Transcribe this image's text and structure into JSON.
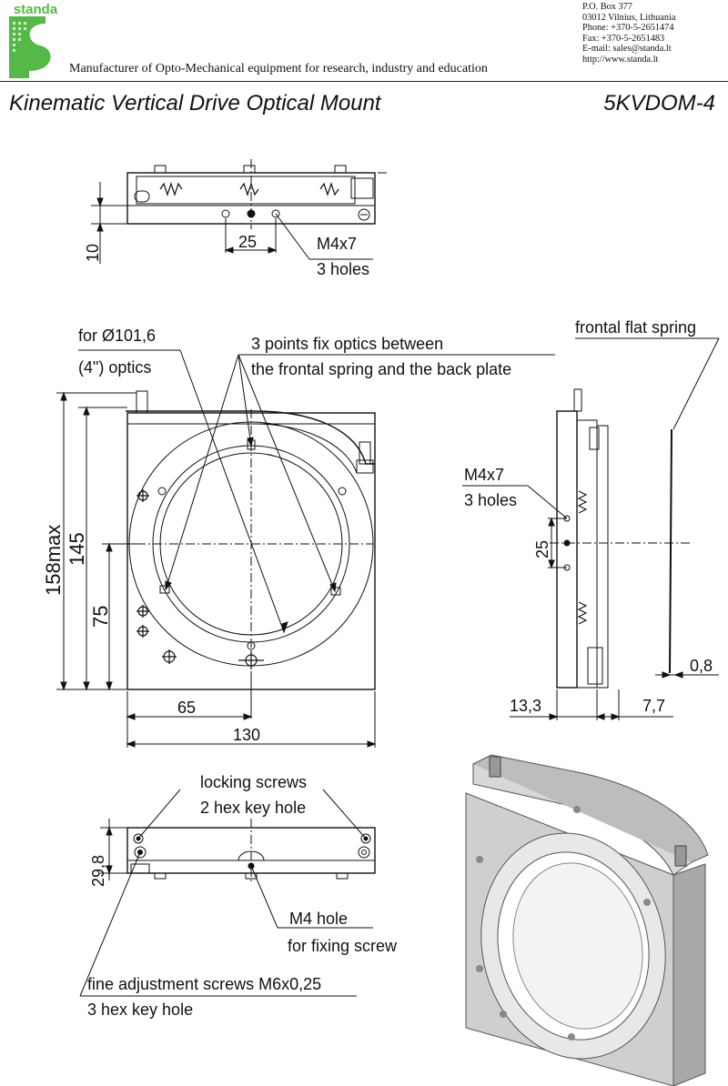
{
  "header": {
    "logo_text": "standa",
    "tagline": "Manufacturer of Opto-Mechanical equipment for research, industry and education",
    "contact": [
      "P.O. Box 377",
      "03012 Vilnius, Lithuania",
      "Phone: +370-5-2651474",
      "Fax: +370-5-2651483",
      "E-mail: sales@standa.lt",
      "http://www.standa.lt"
    ],
    "accent_color": "#55b948"
  },
  "title": "Kinematic Vertical Drive Optical Mount",
  "model": "5KVDOM-4",
  "labels": {
    "top_dim_10": "10",
    "top_dim_25": "25",
    "top_m4x7": "M4x7",
    "top_3holes": "3 holes",
    "optics_dia": "for Ø101,6",
    "optics_inch": "(4\") optics",
    "three_points_1": "3 points fix optics between",
    "three_points_2": "the frontal spring and the back plate",
    "frontal_spring": "frontal flat spring",
    "dim_158max": "158max",
    "dim_145": "145",
    "dim_75": "75",
    "dim_65": "65",
    "dim_130": "130",
    "side_m4x7": "M4x7",
    "side_3holes": "3 holes",
    "side_25": "25",
    "dim_13_3": "13,3",
    "dim_7_7": "7,7",
    "dim_0_8": "0,8",
    "locking_1": "locking screws",
    "locking_2": "2 hex key hole",
    "dim_29_8": "29,8",
    "m4_hole": "M4 hole",
    "fixing_screw": "for fixing screw",
    "fine_adj_1": "fine adjustment screws M6x0,25",
    "fine_adj_2": "3 hex key hole"
  }
}
